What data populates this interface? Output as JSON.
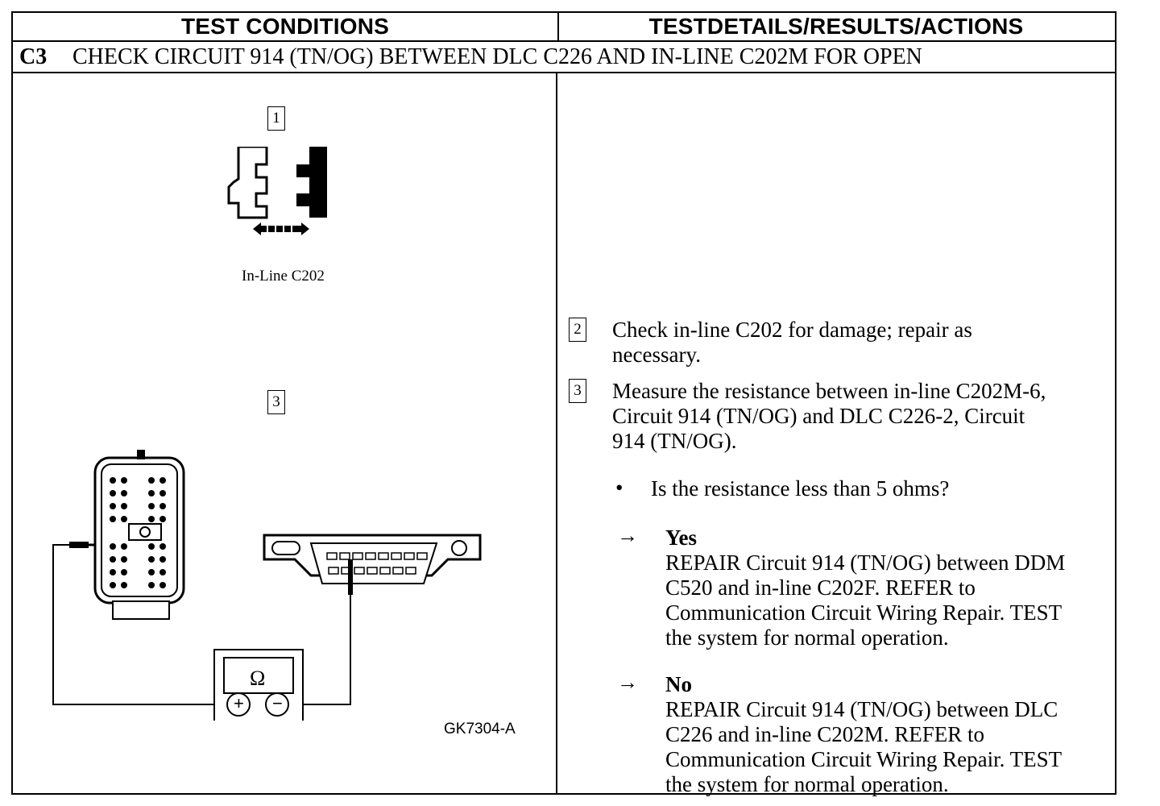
{
  "header": {
    "left": "TEST CONDITIONS",
    "right": "TESTDETAILS/RESULTS/ACTIONS"
  },
  "step": {
    "id": "C3",
    "title": "CHECK CIRCUIT 914 (TN/OG) BETWEEN DLC C226 AND IN-LINE C202M FOR OPEN"
  },
  "diagram": {
    "step1_number": "1",
    "connector_label": "In-Line C202",
    "step3_number": "3",
    "meter_symbol": "Ω",
    "plus_symbol": "+",
    "minus_symbol": "−",
    "figure_id": "GK7304-A"
  },
  "details": {
    "items": [
      {
        "number": "2",
        "text_lines": [
          "Check in-line C202 for damage; repair as",
          "necessary."
        ]
      },
      {
        "number": "3",
        "text_lines": [
          "Measure the resistance between in-line C202M-6,",
          "Circuit 914 (TN/OG) and DLC C226-2, Circuit",
          "914 (TN/OG)."
        ]
      }
    ],
    "question": "Is the resistance less than 5 ohms?",
    "bullet": "•",
    "arrow": "→",
    "yes": {
      "label": "Yes",
      "lines": [
        "REPAIR Circuit 914 (TN/OG) between DDM",
        "C520 and in-line C202F. REFER to",
        "Communication Circuit Wiring Repair. TEST",
        "the system for normal operation."
      ]
    },
    "no": {
      "label": "No",
      "lines": [
        "REPAIR Circuit 914 (TN/OG) between DLC",
        "C226 and in-line C202M. REFER to",
        "Communication Circuit Wiring Repair. TEST",
        "the system for normal operation."
      ]
    }
  }
}
